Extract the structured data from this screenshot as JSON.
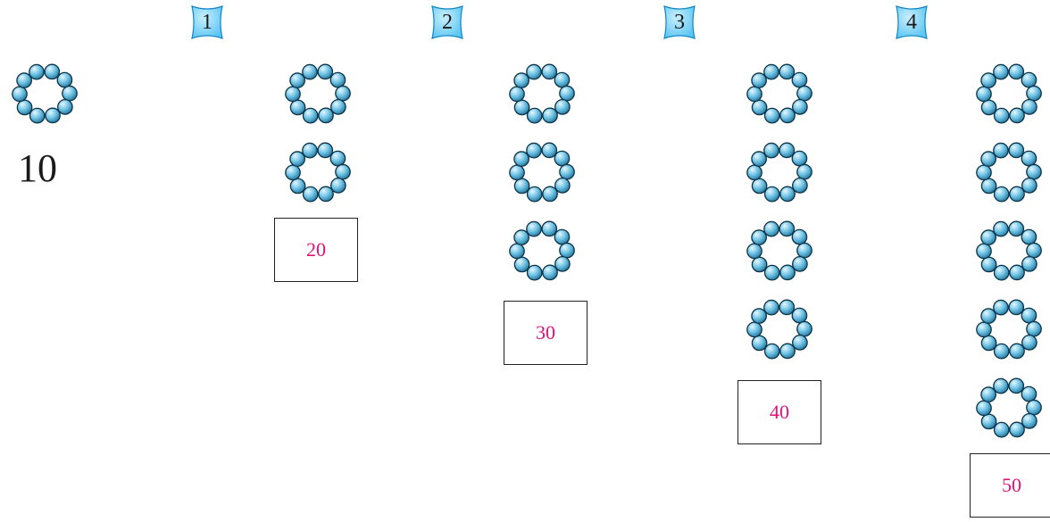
{
  "colors": {
    "bead_fill": "#6fc3e4",
    "bead_stroke": "#0b3247",
    "badge_fill": "#5cc6f2",
    "badge_stroke": "#0f86c4",
    "answer_text": "#e0117a"
  },
  "icons": {
    "bead_ring": "ring-of-ten-beads-icon",
    "step_badge": "rounded-star-badge-icon"
  },
  "example": {
    "rings": 1,
    "value": "10"
  },
  "steps": [
    {
      "number": "1",
      "rings": 2,
      "answer": "20"
    },
    {
      "number": "2",
      "rings": 3,
      "answer": "30"
    },
    {
      "number": "3",
      "rings": 4,
      "answer": "40"
    },
    {
      "number": "4",
      "rings": 5,
      "answer": "50"
    }
  ]
}
